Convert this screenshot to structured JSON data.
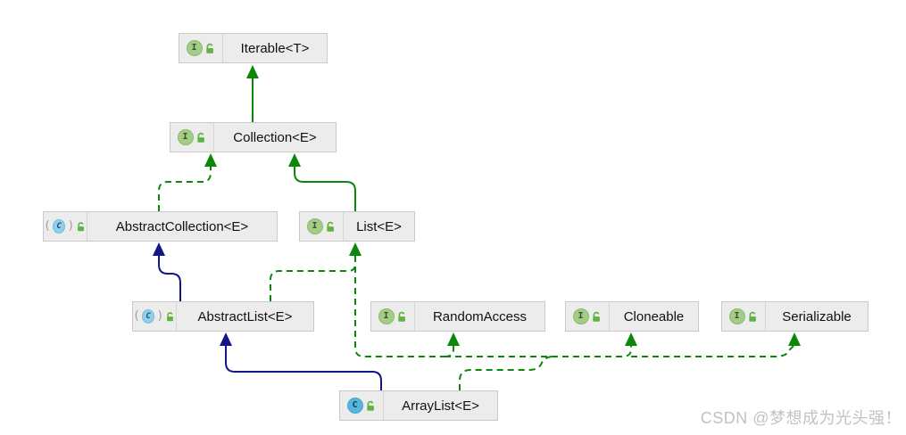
{
  "diagram": {
    "title": "Java ArrayList class hierarchy (IDE UML diagram)",
    "nodes": [
      {
        "id": "iterable",
        "label": "Iterable<T>",
        "kind": "interface",
        "icon_letter": "I",
        "visibility": "public"
      },
      {
        "id": "collection",
        "label": "Collection<E>",
        "kind": "interface",
        "icon_letter": "I",
        "visibility": "public"
      },
      {
        "id": "abstract-collection",
        "label": "AbstractCollection<E>",
        "kind": "abstract-class",
        "icon_letter": "C",
        "visibility": "public"
      },
      {
        "id": "list",
        "label": "List<E>",
        "kind": "interface",
        "icon_letter": "I",
        "visibility": "public"
      },
      {
        "id": "abstract-list",
        "label": "AbstractList<E>",
        "kind": "abstract-class",
        "icon_letter": "C",
        "visibility": "public"
      },
      {
        "id": "random-access",
        "label": "RandomAccess",
        "kind": "interface",
        "icon_letter": "I",
        "visibility": "public"
      },
      {
        "id": "cloneable",
        "label": "Cloneable",
        "kind": "interface",
        "icon_letter": "I",
        "visibility": "public"
      },
      {
        "id": "serializable",
        "label": "Serializable",
        "kind": "interface",
        "icon_letter": "I",
        "visibility": "public"
      },
      {
        "id": "array-list",
        "label": "ArrayList<E>",
        "kind": "class",
        "icon_letter": "C",
        "visibility": "public"
      }
    ],
    "edges": [
      {
        "id": "collection-extends-iterable",
        "from": "Collection<E>",
        "to": "Iterable<T>",
        "relation": "extends",
        "line": "solid",
        "color_key": "interface_edge"
      },
      {
        "id": "abstractcollection-implements-collection",
        "from": "AbstractCollection<E>",
        "to": "Collection<E>",
        "relation": "implements",
        "line": "dashed",
        "color_key": "interface_edge"
      },
      {
        "id": "list-extends-collection",
        "from": "List<E>",
        "to": "Collection<E>",
        "relation": "extends",
        "line": "solid",
        "color_key": "interface_edge"
      },
      {
        "id": "abstractlist-extends-abstractcollection",
        "from": "AbstractList<E>",
        "to": "AbstractCollection<E>",
        "relation": "extends",
        "line": "solid",
        "color_key": "class_edge"
      },
      {
        "id": "abstractlist-implements-list",
        "from": "AbstractList<E>",
        "to": "List<E>",
        "relation": "implements",
        "line": "dashed",
        "color_key": "interface_edge"
      },
      {
        "id": "arraylist-extends-abstractlist",
        "from": "ArrayList<E>",
        "to": "AbstractList<E>",
        "relation": "extends",
        "line": "solid",
        "color_key": "class_edge"
      },
      {
        "id": "arraylist-implements-list",
        "from": "ArrayList<E>",
        "to": "List<E>",
        "relation": "implements",
        "line": "dashed",
        "color_key": "interface_edge"
      },
      {
        "id": "arraylist-implements-randomaccess",
        "from": "ArrayList<E>",
        "to": "RandomAccess",
        "relation": "implements",
        "line": "dashed",
        "color_key": "interface_edge"
      },
      {
        "id": "arraylist-implements-cloneable",
        "from": "ArrayList<E>",
        "to": "Cloneable",
        "relation": "implements",
        "line": "dashed",
        "color_key": "interface_edge"
      },
      {
        "id": "arraylist-implements-serializable",
        "from": "ArrayList<E>",
        "to": "Serializable",
        "relation": "implements",
        "line": "dashed",
        "color_key": "interface_edge"
      }
    ],
    "colors": {
      "interface_edge": "#0c870c",
      "class_edge": "#15158a",
      "node_background": "#ececec",
      "node_border": "#c9c9c9",
      "interface_icon": "#a3cc84",
      "class_icon": "#54b6de",
      "lock_icon": "#5fb33f"
    }
  },
  "watermark": {
    "text": "CSDN @梦想成为光头强！"
  }
}
